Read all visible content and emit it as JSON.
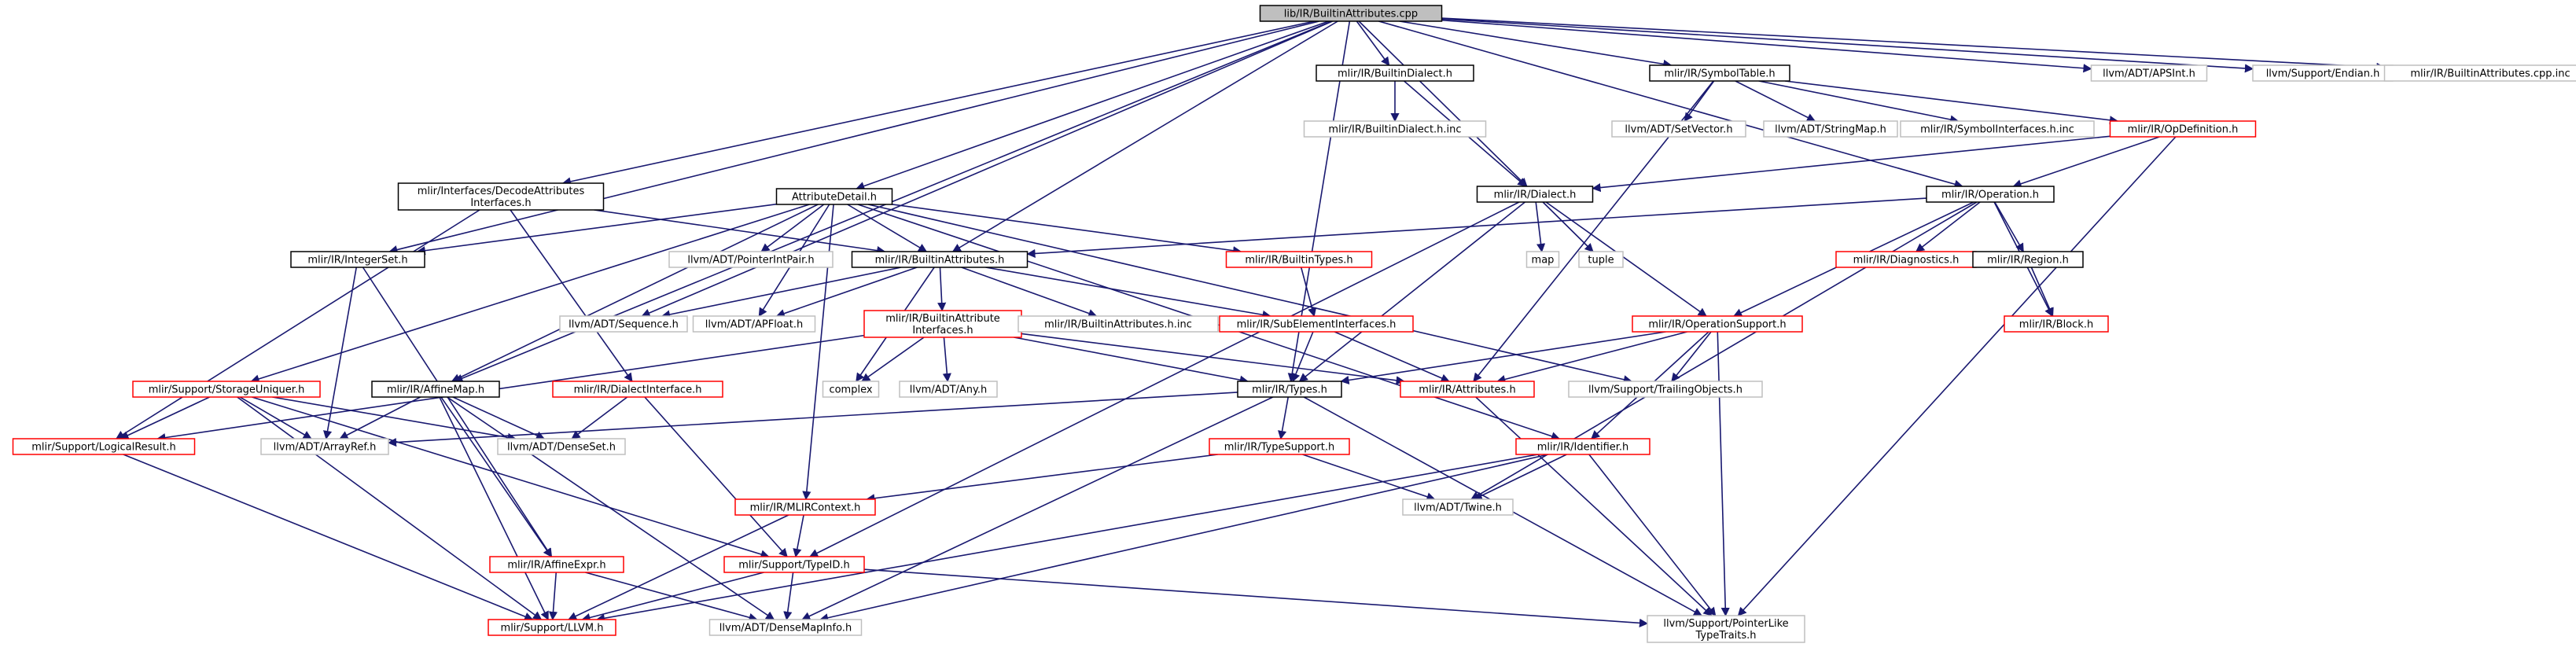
{
  "graph": {
    "colors": {
      "arrow": "#191970",
      "root_fill": "#bfbfbf",
      "root_border": "#000000",
      "documented_border": "#000000",
      "truncated_border": "#ff0000",
      "external_border": "#bfbfbf",
      "external_text": "#000000"
    },
    "nodes": [
      {
        "id": "root",
        "lines": [
          "lib/IR/BuiltinAttributes.cpp"
        ],
        "kind": "root"
      },
      {
        "id": "builtindialect",
        "lines": [
          "mlir/IR/BuiltinDialect.h"
        ],
        "kind": "documented"
      },
      {
        "id": "symboltable",
        "lines": [
          "mlir/IR/SymbolTable.h"
        ],
        "kind": "documented"
      },
      {
        "id": "apsint",
        "lines": [
          "llvm/ADT/APSInt.h"
        ],
        "kind": "external"
      },
      {
        "id": "endian",
        "lines": [
          "llvm/Support/Endian.h"
        ],
        "kind": "external"
      },
      {
        "id": "attrinc",
        "lines": [
          "mlir/IR/BuiltinAttributes.cpp.inc"
        ],
        "kind": "external"
      },
      {
        "id": "builtindialectinc",
        "lines": [
          "mlir/IR/BuiltinDialect.h.inc"
        ],
        "kind": "external"
      },
      {
        "id": "setvector",
        "lines": [
          "llvm/ADT/SetVector.h"
        ],
        "kind": "external"
      },
      {
        "id": "stringmap",
        "lines": [
          "llvm/ADT/StringMap.h"
        ],
        "kind": "external"
      },
      {
        "id": "symbolinterfaces",
        "lines": [
          "mlir/IR/SymbolInterfaces.h.inc"
        ],
        "kind": "external"
      },
      {
        "id": "opdefinition",
        "lines": [
          "mlir/IR/OpDefinition.h"
        ],
        "kind": "truncated"
      },
      {
        "id": "decodeattr",
        "lines": [
          "mlir/Interfaces/DecodeAttributes",
          "Interfaces.h"
        ],
        "kind": "documented"
      },
      {
        "id": "attrdetail",
        "lines": [
          "AttributeDetail.h"
        ],
        "kind": "documented"
      },
      {
        "id": "dialect",
        "lines": [
          "mlir/IR/Dialect.h"
        ],
        "kind": "documented"
      },
      {
        "id": "operation",
        "lines": [
          "mlir/IR/Operation.h"
        ],
        "kind": "documented"
      },
      {
        "id": "integerset",
        "lines": [
          "mlir/IR/IntegerSet.h"
        ],
        "kind": "documented"
      },
      {
        "id": "pointerintpair",
        "lines": [
          "llvm/ADT/PointerIntPair.h"
        ],
        "kind": "external"
      },
      {
        "id": "builtinattrs",
        "lines": [
          "mlir/IR/BuiltinAttributes.h"
        ],
        "kind": "documented"
      },
      {
        "id": "builtintypes",
        "lines": [
          "mlir/IR/BuiltinTypes.h"
        ],
        "kind": "truncated"
      },
      {
        "id": "map",
        "lines": [
          "map"
        ],
        "kind": "external"
      },
      {
        "id": "tuple",
        "lines": [
          "tuple"
        ],
        "kind": "external"
      },
      {
        "id": "diagnostics",
        "lines": [
          "mlir/IR/Diagnostics.h"
        ],
        "kind": "truncated"
      },
      {
        "id": "region",
        "lines": [
          "mlir/IR/Region.h"
        ],
        "kind": "documented"
      },
      {
        "id": "block",
        "lines": [
          "mlir/IR/Block.h"
        ],
        "kind": "truncated"
      },
      {
        "id": "sequence",
        "lines": [
          "llvm/ADT/Sequence.h"
        ],
        "kind": "external"
      },
      {
        "id": "apfloat",
        "lines": [
          "llvm/ADT/APFloat.h"
        ],
        "kind": "external"
      },
      {
        "id": "builtinattrinterfaces",
        "lines": [
          "mlir/IR/BuiltinAttribute",
          "Interfaces.h"
        ],
        "kind": "truncated"
      },
      {
        "id": "builtinattrsinc",
        "lines": [
          "mlir/IR/BuiltinAttributes.h.inc"
        ],
        "kind": "external"
      },
      {
        "id": "subelement",
        "lines": [
          "mlir/IR/SubElementInterfaces.h"
        ],
        "kind": "truncated"
      },
      {
        "id": "operationsupport",
        "lines": [
          "mlir/IR/OperationSupport.h"
        ],
        "kind": "truncated"
      },
      {
        "id": "storageuniquer",
        "lines": [
          "mlir/Support/StorageUniquer.h"
        ],
        "kind": "truncated"
      },
      {
        "id": "affinemap",
        "lines": [
          "mlir/IR/AffineMap.h"
        ],
        "kind": "documented"
      },
      {
        "id": "dialectinterface",
        "lines": [
          "mlir/IR/DialectInterface.h"
        ],
        "kind": "truncated"
      },
      {
        "id": "complex",
        "lines": [
          "complex"
        ],
        "kind": "external"
      },
      {
        "id": "any",
        "lines": [
          "llvm/ADT/Any.h"
        ],
        "kind": "external"
      },
      {
        "id": "types",
        "lines": [
          "mlir/IR/Types.h"
        ],
        "kind": "documented"
      },
      {
        "id": "attributes",
        "lines": [
          "mlir/IR/Attributes.h"
        ],
        "kind": "truncated"
      },
      {
        "id": "trailingobjects",
        "lines": [
          "llvm/Support/TrailingObjects.h"
        ],
        "kind": "external"
      },
      {
        "id": "logicalresult",
        "lines": [
          "mlir/Support/LogicalResult.h"
        ],
        "kind": "truncated"
      },
      {
        "id": "arrayref",
        "lines": [
          "llvm/ADT/ArrayRef.h"
        ],
        "kind": "external"
      },
      {
        "id": "denseset",
        "lines": [
          "llvm/ADT/DenseSet.h"
        ],
        "kind": "external"
      },
      {
        "id": "typesupport",
        "lines": [
          "mlir/IR/TypeSupport.h"
        ],
        "kind": "truncated"
      },
      {
        "id": "identifier",
        "lines": [
          "mlir/IR/Identifier.h"
        ],
        "kind": "truncated"
      },
      {
        "id": "mlircontext",
        "lines": [
          "mlir/IR/MLIRContext.h"
        ],
        "kind": "truncated"
      },
      {
        "id": "twine",
        "lines": [
          "llvm/ADT/Twine.h"
        ],
        "kind": "external"
      },
      {
        "id": "affineexpr",
        "lines": [
          "mlir/IR/AffineExpr.h"
        ],
        "kind": "truncated"
      },
      {
        "id": "typeid",
        "lines": [
          "mlir/Support/TypeID.h"
        ],
        "kind": "truncated"
      },
      {
        "id": "llvmh",
        "lines": [
          "mlir/Support/LLVM.h"
        ],
        "kind": "truncated"
      },
      {
        "id": "densemapinfo",
        "lines": [
          "llvm/ADT/DenseMapInfo.h"
        ],
        "kind": "external"
      },
      {
        "id": "pointerlike",
        "lines": [
          "llvm/Support/PointerLike",
          "TypeTraits.h"
        ],
        "kind": "external"
      }
    ],
    "edges": [
      [
        "root",
        "builtindialect"
      ],
      [
        "root",
        "symboltable"
      ],
      [
        "root",
        "apsint"
      ],
      [
        "root",
        "endian"
      ],
      [
        "root",
        "attrinc"
      ],
      [
        "root",
        "decodeattr"
      ],
      [
        "root",
        "attrdetail"
      ],
      [
        "root",
        "dialect"
      ],
      [
        "root",
        "operation"
      ],
      [
        "root",
        "integerset"
      ],
      [
        "root",
        "builtinattrs"
      ],
      [
        "root",
        "sequence"
      ],
      [
        "root",
        "affinemap"
      ],
      [
        "root",
        "types"
      ],
      [
        "builtindialect",
        "builtindialectinc"
      ],
      [
        "builtindialect",
        "dialect"
      ],
      [
        "symboltable",
        "setvector"
      ],
      [
        "symboltable",
        "stringmap"
      ],
      [
        "symboltable",
        "symbolinterfaces"
      ],
      [
        "symboltable",
        "opdefinition"
      ],
      [
        "symboltable",
        "attributes"
      ],
      [
        "opdefinition",
        "dialect"
      ],
      [
        "opdefinition",
        "operation"
      ],
      [
        "opdefinition",
        "pointerlike"
      ],
      [
        "decodeattr",
        "builtinattrs"
      ],
      [
        "decodeattr",
        "logicalresult"
      ],
      [
        "decodeattr",
        "dialectinterface"
      ],
      [
        "attrdetail",
        "integerset"
      ],
      [
        "attrdetail",
        "pointerintpair"
      ],
      [
        "attrdetail",
        "builtinattrs"
      ],
      [
        "attrdetail",
        "builtintypes"
      ],
      [
        "attrdetail",
        "storageuniquer"
      ],
      [
        "attrdetail",
        "affinemap"
      ],
      [
        "attrdetail",
        "apfloat"
      ],
      [
        "attrdetail",
        "identifier"
      ],
      [
        "attrdetail",
        "mlircontext"
      ],
      [
        "attrdetail",
        "trailingobjects"
      ],
      [
        "dialect",
        "map"
      ],
      [
        "dialect",
        "tuple"
      ],
      [
        "dialect",
        "operationsupport"
      ],
      [
        "dialect",
        "types"
      ],
      [
        "dialect",
        "typeid"
      ],
      [
        "operation",
        "builtinattrs"
      ],
      [
        "operation",
        "diagnostics"
      ],
      [
        "operation",
        "region"
      ],
      [
        "operation",
        "block"
      ],
      [
        "operation",
        "operationsupport"
      ],
      [
        "operation",
        "twine"
      ],
      [
        "region",
        "block"
      ],
      [
        "integerset",
        "arrayref"
      ],
      [
        "integerset",
        "affineexpr"
      ],
      [
        "builtinattrs",
        "sequence"
      ],
      [
        "builtinattrs",
        "apfloat"
      ],
      [
        "builtinattrs",
        "builtinattrinterfaces"
      ],
      [
        "builtinattrs",
        "builtinattrsinc"
      ],
      [
        "builtinattrs",
        "subelement"
      ],
      [
        "builtinattrs",
        "complex"
      ],
      [
        "builtintypes",
        "subelement"
      ],
      [
        "builtinattrinterfaces",
        "complex"
      ],
      [
        "builtinattrinterfaces",
        "any"
      ],
      [
        "builtinattrinterfaces",
        "types"
      ],
      [
        "builtinattrinterfaces",
        "attributes"
      ],
      [
        "builtinattrinterfaces",
        "logicalresult"
      ],
      [
        "subelement",
        "types"
      ],
      [
        "subelement",
        "attributes"
      ],
      [
        "operationsupport",
        "types"
      ],
      [
        "operationsupport",
        "attributes"
      ],
      [
        "operationsupport",
        "trailingobjects"
      ],
      [
        "operationsupport",
        "identifier"
      ],
      [
        "operationsupport",
        "pointerlike"
      ],
      [
        "storageuniquer",
        "logicalresult"
      ],
      [
        "storageuniquer",
        "arrayref"
      ],
      [
        "storageuniquer",
        "denseset"
      ],
      [
        "storageuniquer",
        "typeid"
      ],
      [
        "storageuniquer",
        "llvmh"
      ],
      [
        "affinemap",
        "arrayref"
      ],
      [
        "affinemap",
        "denseset"
      ],
      [
        "affinemap",
        "affineexpr"
      ],
      [
        "affinemap",
        "llvmh"
      ],
      [
        "affinemap",
        "densemapinfo"
      ],
      [
        "dialectinterface",
        "denseset"
      ],
      [
        "dialectinterface",
        "typeid"
      ],
      [
        "types",
        "arrayref"
      ],
      [
        "types",
        "typesupport"
      ],
      [
        "types",
        "pointerlike"
      ],
      [
        "types",
        "densemapinfo"
      ],
      [
        "attributes",
        "pointerlike"
      ],
      [
        "logicalresult",
        "llvmh"
      ],
      [
        "typesupport",
        "mlircontext"
      ],
      [
        "typesupport",
        "twine"
      ],
      [
        "identifier",
        "twine"
      ],
      [
        "identifier",
        "pointerlike"
      ],
      [
        "identifier",
        "llvmh"
      ],
      [
        "identifier",
        "densemapinfo"
      ],
      [
        "mlircontext",
        "typeid"
      ],
      [
        "mlircontext",
        "llvmh"
      ],
      [
        "affineexpr",
        "llvmh"
      ],
      [
        "affineexpr",
        "densemapinfo"
      ],
      [
        "typeid",
        "llvmh"
      ],
      [
        "typeid",
        "densemapinfo"
      ],
      [
        "typeid",
        "pointerlike"
      ]
    ]
  }
}
